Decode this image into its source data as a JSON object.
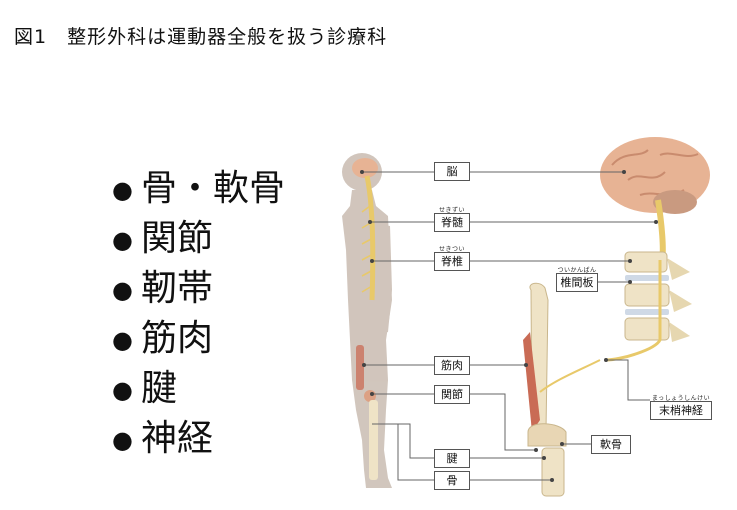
{
  "title": "図1　整形外科は運動器全般を扱う診療科",
  "bullets": [
    "骨・軟骨",
    "関節",
    "靭帯",
    "筋肉",
    "腱",
    "神経"
  ],
  "labels": {
    "brain": "脳",
    "spinal_cord": "脊髄",
    "spinal_cord_ruby": "せきずい",
    "vertebra": "脊椎",
    "vertebra_ruby": "せきつい",
    "disc": "椎間板",
    "disc_ruby": "ついかんばん",
    "muscle": "筋肉",
    "joint": "関節",
    "cartilage": "軟骨",
    "peripheral_nerve": "末梢神経",
    "peripheral_nerve_ruby": "まっしょうしんけい",
    "tendon": "腱",
    "bone": "骨"
  },
  "colors": {
    "body_silhouette": "#c9bcb1",
    "nerve": "#e8c96a",
    "brain": "#e7b394",
    "bone": "#efe3c6",
    "muscle": "#c96b55",
    "disc": "#cfd9e6",
    "leader_line": "#666666"
  }
}
